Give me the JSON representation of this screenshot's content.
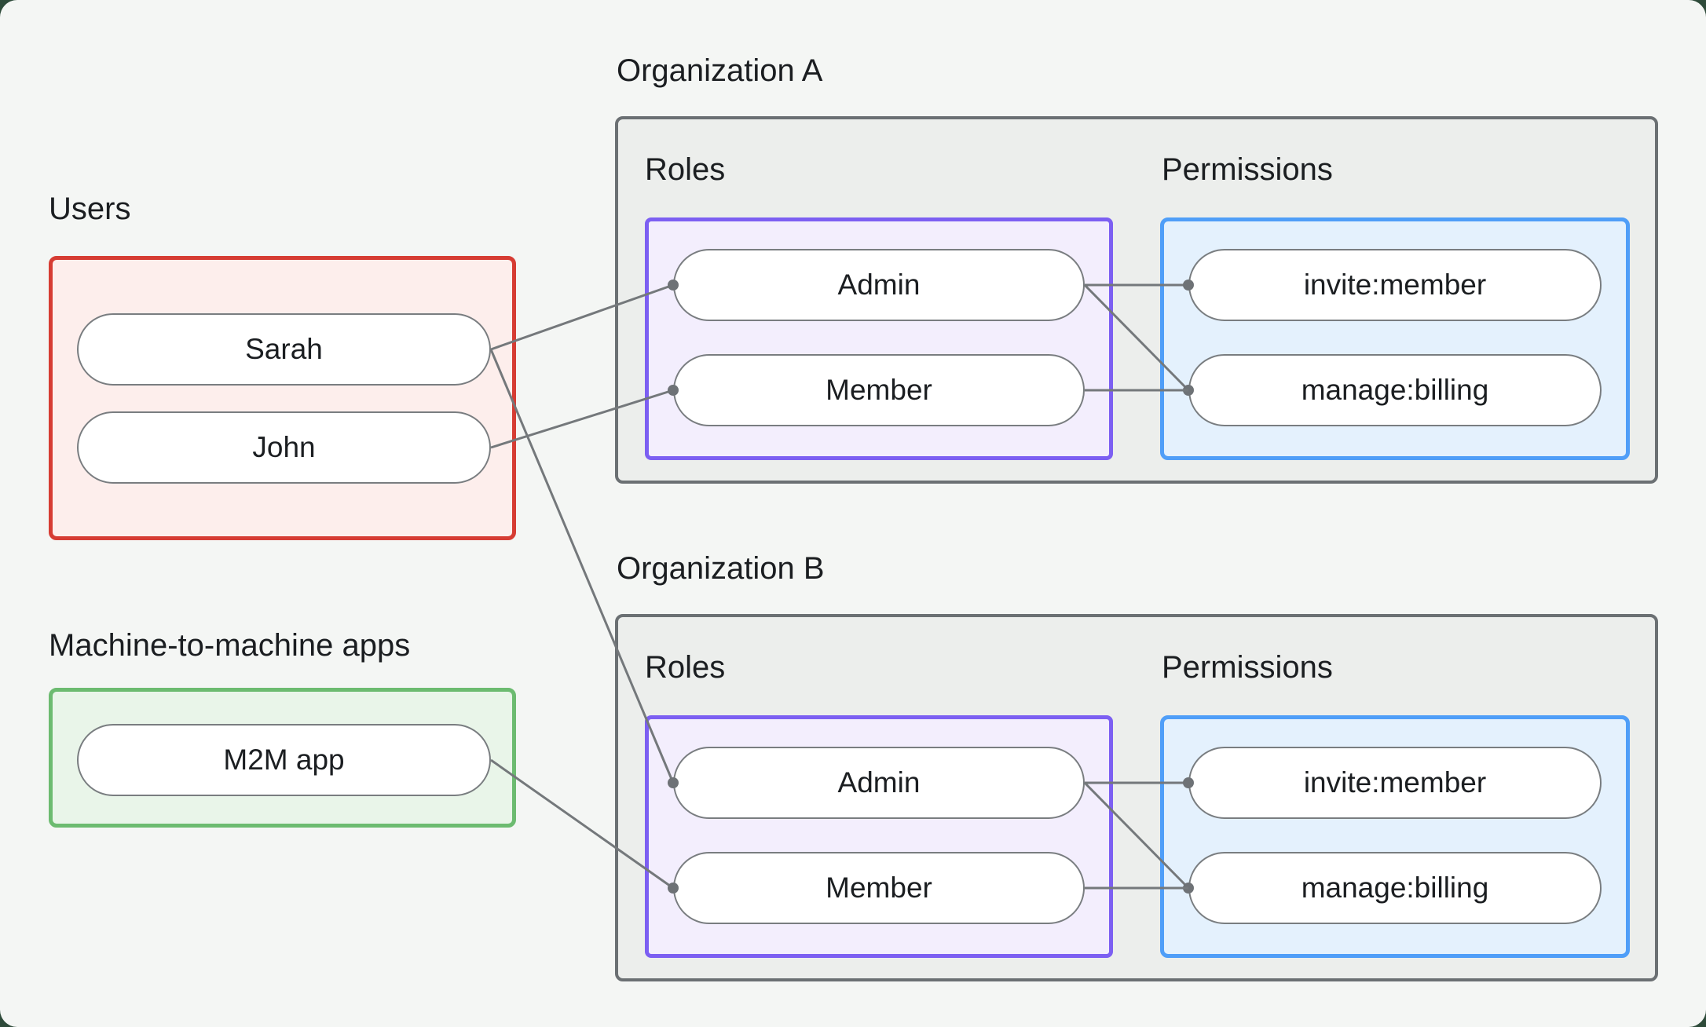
{
  "canvas": {
    "background": "#f4f6f4",
    "frame": "#2e4b3a"
  },
  "users_section": {
    "label": "Users",
    "items": [
      "Sarah",
      "John"
    ]
  },
  "m2m_section": {
    "label": "Machine-to-machine apps",
    "items": [
      "M2M app"
    ]
  },
  "organizations": [
    {
      "title": "Organization A",
      "roles_label": "Roles",
      "permissions_label": "Permissions",
      "roles": [
        "Admin",
        "Member"
      ],
      "permissions": [
        "invite:member",
        "manage:billing"
      ]
    },
    {
      "title": "Organization B",
      "roles_label": "Roles",
      "permissions_label": "Permissions",
      "roles": [
        "Admin",
        "Member"
      ],
      "permissions": [
        "invite:member",
        "manage:billing"
      ]
    }
  ],
  "connections": [
    {
      "from": "user-sarah",
      "to": "org-a-role-admin"
    },
    {
      "from": "user-sarah",
      "to": "org-b-role-admin"
    },
    {
      "from": "user-john",
      "to": "org-a-role-member"
    },
    {
      "from": "app-m2m",
      "to": "org-b-role-member"
    },
    {
      "from": "org-a-role-admin",
      "to": "org-a-perm-invite"
    },
    {
      "from": "org-a-role-admin",
      "to": "org-a-perm-billing"
    },
    {
      "from": "org-a-role-member",
      "to": "org-a-perm-billing"
    },
    {
      "from": "org-b-role-admin",
      "to": "org-b-perm-invite"
    },
    {
      "from": "org-b-role-admin",
      "to": "org-b-perm-billing"
    },
    {
      "from": "org-b-role-member",
      "to": "org-b-perm-billing"
    }
  ],
  "colors": {
    "canvas_bg": "#f4f6f4",
    "frame": "#2e4b3a",
    "text": "#1b1e21",
    "users_border": "#d63c33",
    "users_fill": "#fdeeec",
    "m2m_border": "#6cbb70",
    "m2m_fill": "#e9f5e9",
    "org_border": "#6b7073",
    "org_fill": "#eceeec",
    "roles_border": "#7c5ff2",
    "roles_fill": "#f3eefd",
    "permissions_border": "#4f9ef8",
    "permissions_fill": "#e4f1fd",
    "pill_border": "#797d80",
    "pill_fill": "#ffffff",
    "connector": "#74787b",
    "connector_dot": "#6e7276"
  }
}
